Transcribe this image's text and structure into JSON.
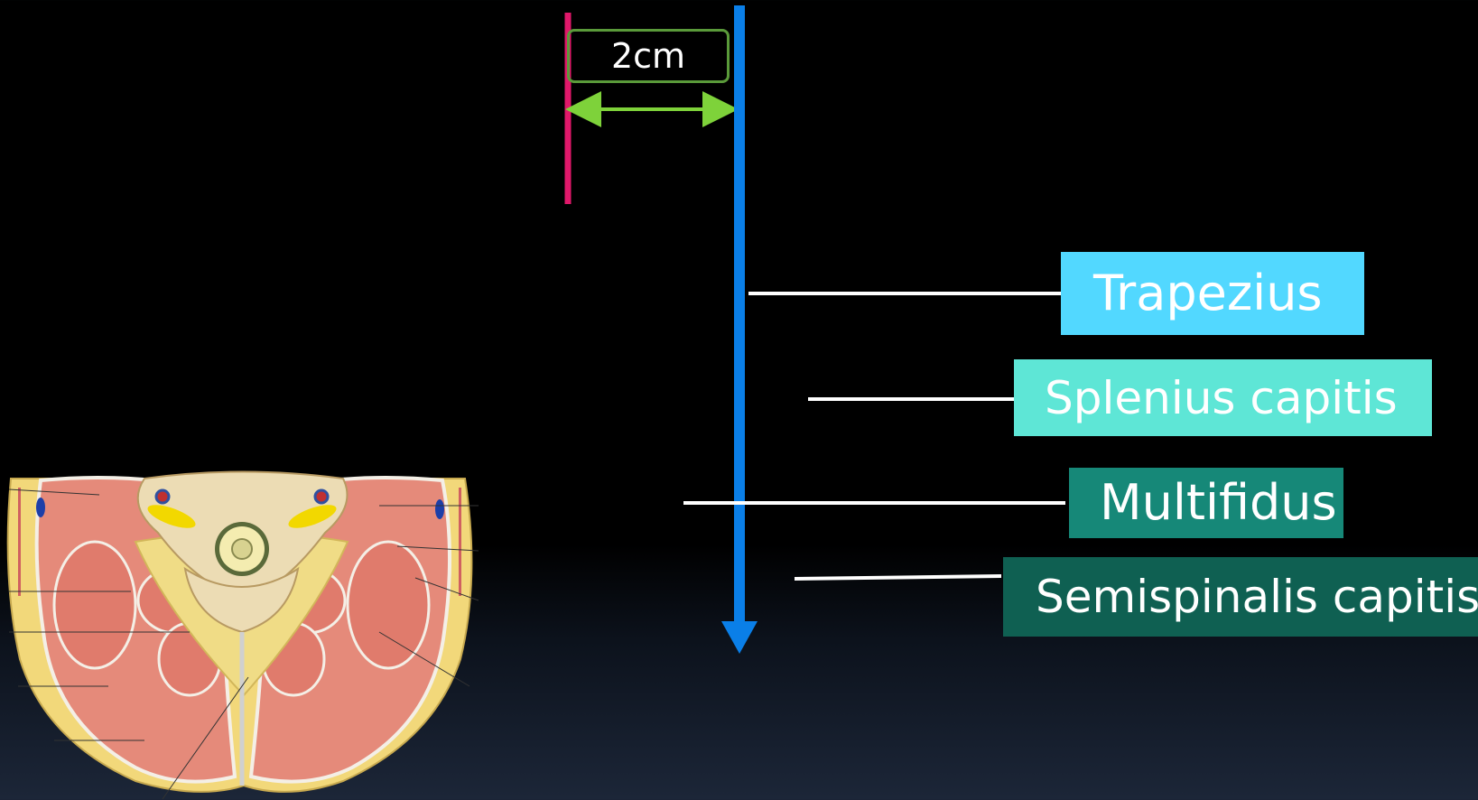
{
  "scale": {
    "label": "2cm"
  },
  "labels": {
    "trapezius": "Trapezius",
    "splenius": "Splenius capitis",
    "multifidus": "Multifidus",
    "semispinalis": "Semispinalis capitis"
  },
  "colors": {
    "trapezius": "#52d8ff",
    "splenius": "#5ee6d6",
    "multifidus": "#168878",
    "semispinalis": "#0f6052",
    "measure_arrow": "#0a7fe8",
    "reference_line": "#e0186a",
    "scale_arrow": "#7ed23a",
    "scale_box_border": "#5a9a3a"
  }
}
